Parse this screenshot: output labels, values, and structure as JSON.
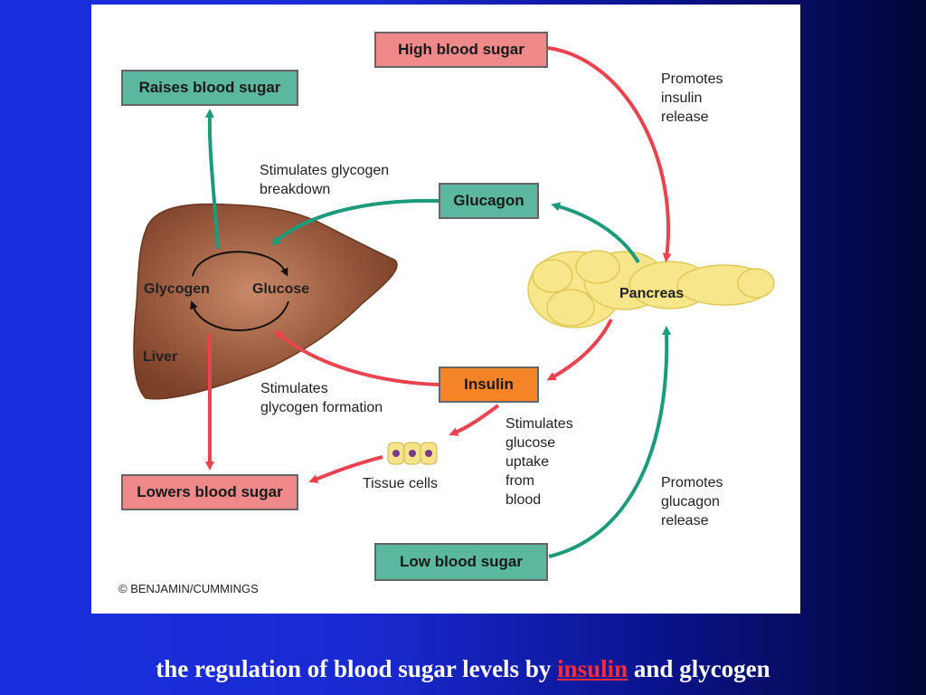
{
  "boxes": {
    "high_blood_sugar": "High blood sugar",
    "raises_blood_sugar": "Raises blood sugar",
    "glucagon": "Glucagon",
    "insulin": "Insulin",
    "lowers_blood_sugar": "Lowers blood sugar",
    "low_blood_sugar": "Low blood sugar"
  },
  "labels": {
    "promotes_insulin_release": "Promotes\ninsulin\nrelease",
    "stimulates_glycogen_breakdown": "Stimulates glycogen\nbreakdown",
    "glycogen": "Glycogen",
    "glucose": "Glucose",
    "liver": "Liver",
    "pancreas": "Pancreas",
    "stimulates_glycogen_formation": "Stimulates\nglycogen formation",
    "stimulates_glucose_uptake": "Stimulates\nglucose\nuptake\nfrom\nblood",
    "tissue_cells": "Tissue cells",
    "promotes_glucagon_release": "Promotes\nglucagon\nrelease",
    "copyright": "© BENJAMIN/CUMMINGS"
  },
  "caption": {
    "before": "the regulation of blood sugar levels by ",
    "highlight": "insulin",
    "after": " and glycogen"
  },
  "colors": {
    "red_arrow": "#e8434f",
    "teal_arrow": "#1b9a7c",
    "pink_box": "#f08a8a",
    "teal_box": "#5bb89e",
    "orange_box": "#f58426",
    "liver": "#9a5a3e",
    "pancreas": "#f7e68a"
  }
}
